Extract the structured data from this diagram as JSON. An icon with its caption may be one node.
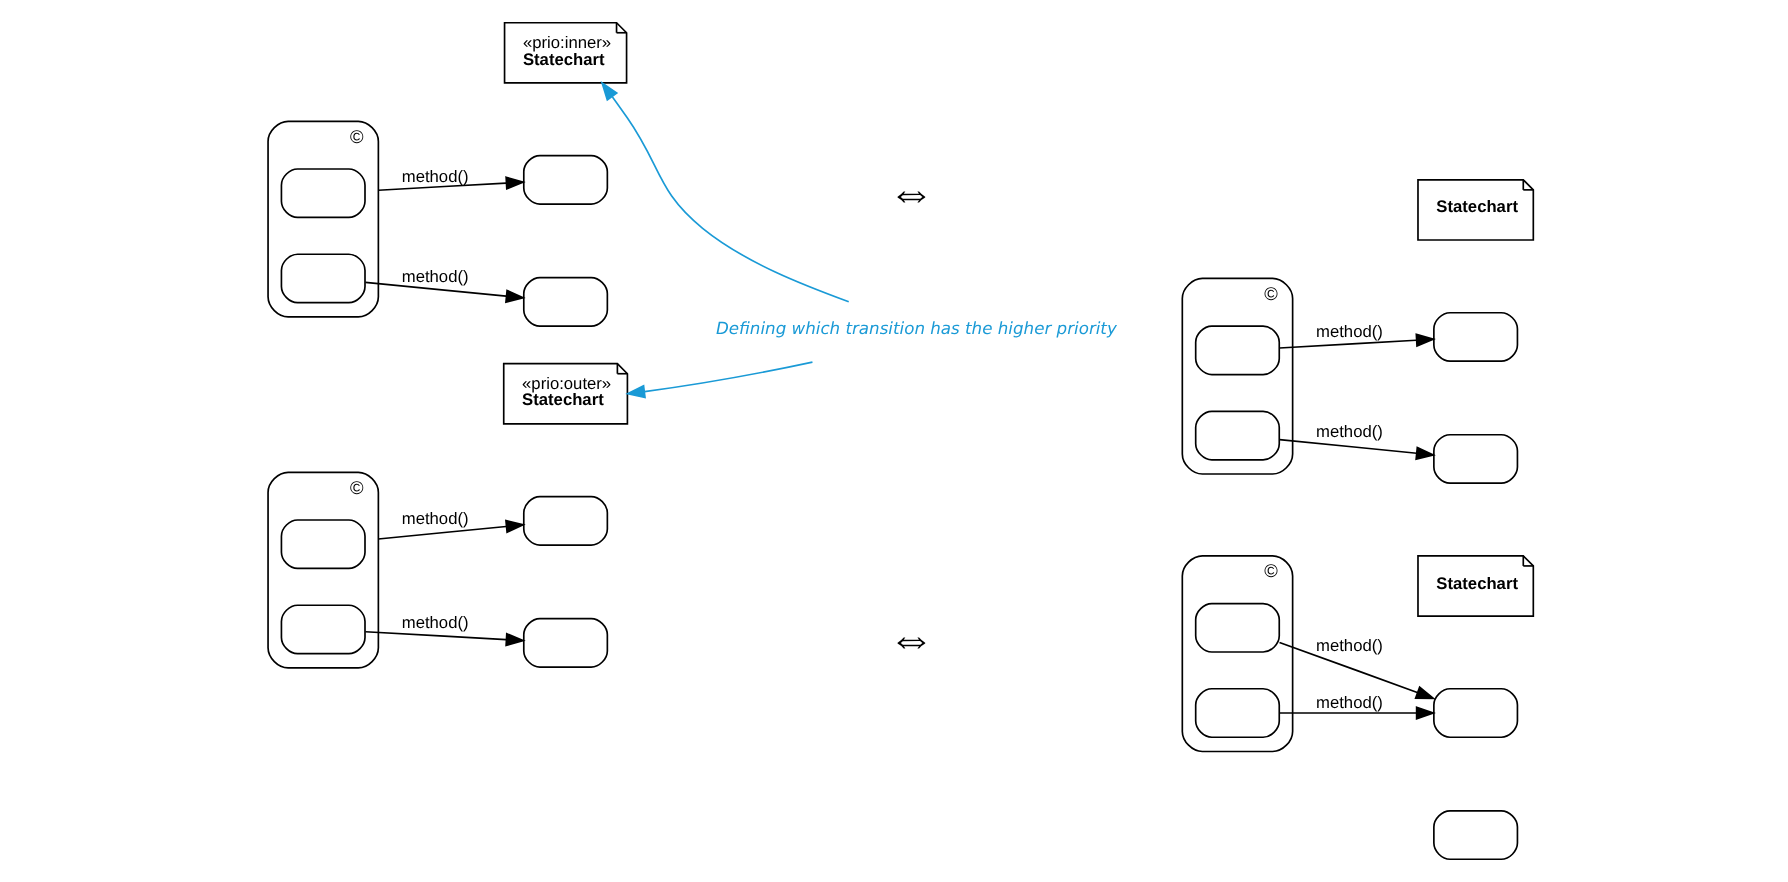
{
  "diagram": {
    "nodes": [
      {
        "text": [
          "«prio:inner»",
          "Statechart"
        ]
      },
      {
        "text": [
          "©"
        ]
      },
      {
        "text": [],
        "shape": "box",
        "in": 1
      },
      {
        "text": [],
        "shape": "box",
        "in": 1
      },
      {
        "text": [],
        "shape": "box"
      },
      {
        "text": [],
        "shape": "box"
      },
      {
        "text": [
          "Statechart"
        ]
      },
      {
        "text": [
          "©"
        ]
      },
      {
        "text": [],
        "shape": "box",
        "in": 7
      },
      {
        "text": [],
        "shape": "box",
        "in": 7
      },
      {
        "text": [],
        "shape": "box"
      },
      {
        "text": [],
        "shape": "box"
      },
      {
        "text": [
          "«prio:outer»",
          "Statechart"
        ]
      },
      {
        "text": [
          "©"
        ]
      },
      {
        "text": [],
        "shape": "box",
        "in": 13
      },
      {
        "text": [],
        "shape": "box",
        "in": 13
      },
      {
        "text": [],
        "shape": "box"
      },
      {
        "text": [],
        "shape": "box"
      },
      {
        "text": [
          "Statechart"
        ]
      },
      {
        "text": [
          "©"
        ]
      },
      {
        "text": [],
        "shape": "box",
        "in": 19
      },
      {
        "text": [],
        "shape": "box",
        "in": 19
      },
      {
        "text": [],
        "shape": "box"
      },
      {
        "text": [],
        "shape": "box"
      },
      {
        "text": [
          "Defining which transition has the higher priority"
        ]
      }
    ],
    "edges": [
      {
        "from": 1,
        "to": 4,
        "arrow": "to",
        "label": "method()"
      },
      {
        "from": 3,
        "to": 5,
        "arrow": "to",
        "label": "method()"
      },
      {
        "from": 8,
        "to": 10,
        "arrow": "to",
        "label": "method()"
      },
      {
        "from": 9,
        "to": 11,
        "arrow": "to",
        "label": "method()"
      },
      {
        "from": 13,
        "to": 16,
        "arrow": "to",
        "label": "method()"
      },
      {
        "from": 15,
        "to": 17,
        "arrow": "to",
        "label": "method()"
      },
      {
        "from": 20,
        "to": 22,
        "arrow": "to",
        "label": "method()"
      },
      {
        "from": 21,
        "to": 22,
        "arrow": "to",
        "label": "method()"
      },
      {
        "from": 24,
        "to": 0,
        "arrow": "to",
        "color": "#1a9ad6"
      },
      {
        "from": 24,
        "to": 12,
        "arrow": "to",
        "color": "#1a9ad6"
      }
    ],
    "labels": [
      "⇔",
      "⇔"
    ]
  }
}
